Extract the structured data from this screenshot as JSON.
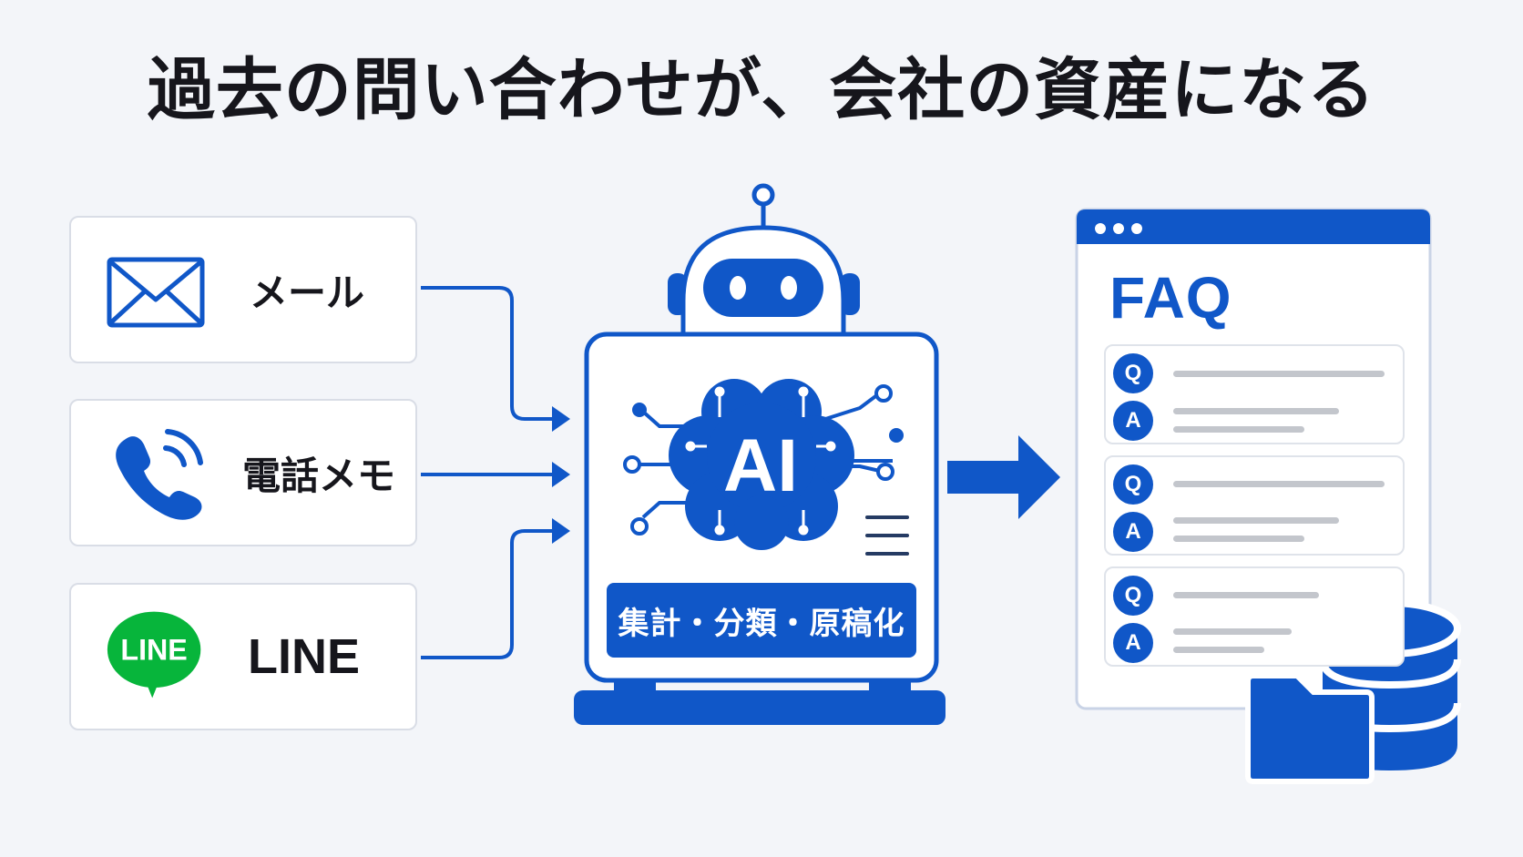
{
  "title": "過去の問い合わせが、会社の資産になる",
  "sources": [
    {
      "label": "メール",
      "icon": "envelope-icon"
    },
    {
      "label": "電話メモ",
      "icon": "phone-icon"
    },
    {
      "label": "LINE",
      "icon": "line-app-icon",
      "logo_text": "LINE"
    }
  ],
  "robot": {
    "chip_text": "AI",
    "process_label": "集計・分類・原稿化"
  },
  "faq": {
    "title": "FAQ",
    "groups": [
      {
        "q": "Q",
        "a": "A"
      },
      {
        "q": "Q",
        "a": "A"
      },
      {
        "q": "Q",
        "a": "A"
      }
    ]
  },
  "colors": {
    "primary": "#1057c8",
    "line_green": "#07b53b",
    "text": "#16161c",
    "background": "#f3f5f9"
  },
  "icons": [
    "envelope-icon",
    "phone-icon",
    "line-app-icon",
    "robot-icon",
    "ai-brain-icon",
    "browser-window-icon",
    "database-icon",
    "folder-icon",
    "arrow-right-icon"
  ]
}
